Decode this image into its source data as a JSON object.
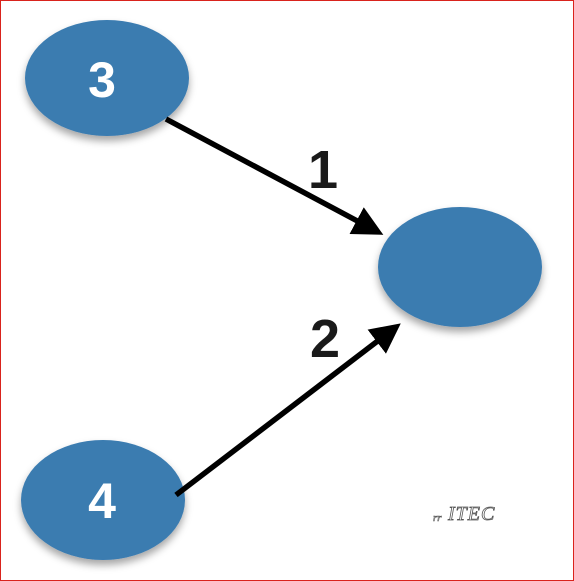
{
  "colors": {
    "node_fill": "#3b7bb0",
    "node_text": "#ffffff",
    "edge": "#000000",
    "edge_label": "#1a1a1a",
    "frame_border": "#d9231d"
  },
  "nodes": [
    {
      "id": "n3",
      "label": "3"
    },
    {
      "id": "n4",
      "label": "4"
    },
    {
      "id": "target",
      "label": ""
    }
  ],
  "edges": [
    {
      "from": "n3",
      "to": "target",
      "label": "1"
    },
    {
      "from": "n4",
      "to": "target",
      "label": "2"
    }
  ],
  "watermark": "ITEC"
}
